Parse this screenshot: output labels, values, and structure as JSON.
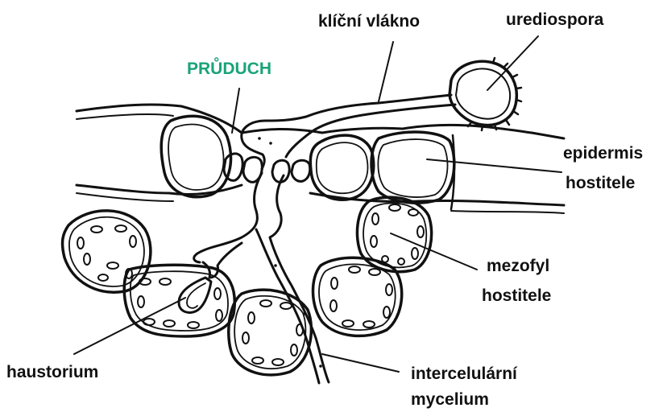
{
  "labels": {
    "stomata": "PRŮDUCH",
    "germ_tube": "klíční vlákno",
    "urediospore": "urediospora",
    "epidermis_line1": "epidermis",
    "epidermis_line2": "hostitele",
    "mesophyll_line1": "mezofyl",
    "mesophyll_line2": "hostitele",
    "haustorium": "haustorium",
    "mycelium_line1": "intercelulární",
    "mycelium_line2": "mycelium"
  },
  "colors": {
    "line": "#111111",
    "highlight_label": "#1aa37a"
  }
}
